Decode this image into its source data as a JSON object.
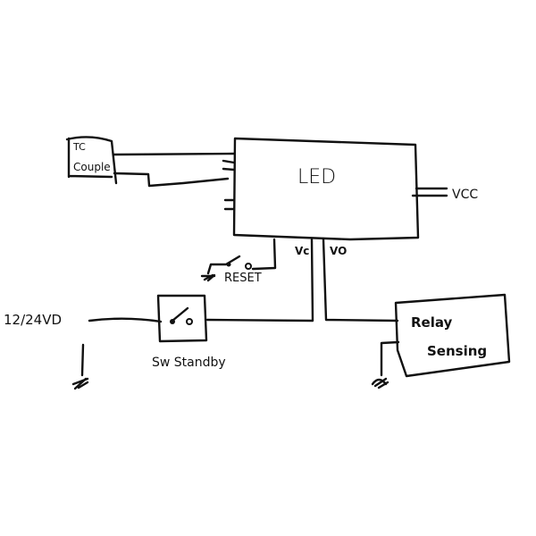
{
  "diagram": {
    "thermocouple": {
      "line1": "TC",
      "line2": "Couple"
    },
    "led_block": {
      "label": "LED"
    },
    "vcc": {
      "label": "VCC"
    },
    "reset": {
      "label": "RESET"
    },
    "vc": {
      "label": "Vc"
    },
    "vo": {
      "label": "VO"
    },
    "supply": {
      "label": "12/24VD"
    },
    "standby": {
      "label": "Sw Standby"
    },
    "relay": {
      "line1": "Relay",
      "line2": "Sensing"
    }
  },
  "colors": {
    "ink": "#111111",
    "background": "#ffffff"
  }
}
